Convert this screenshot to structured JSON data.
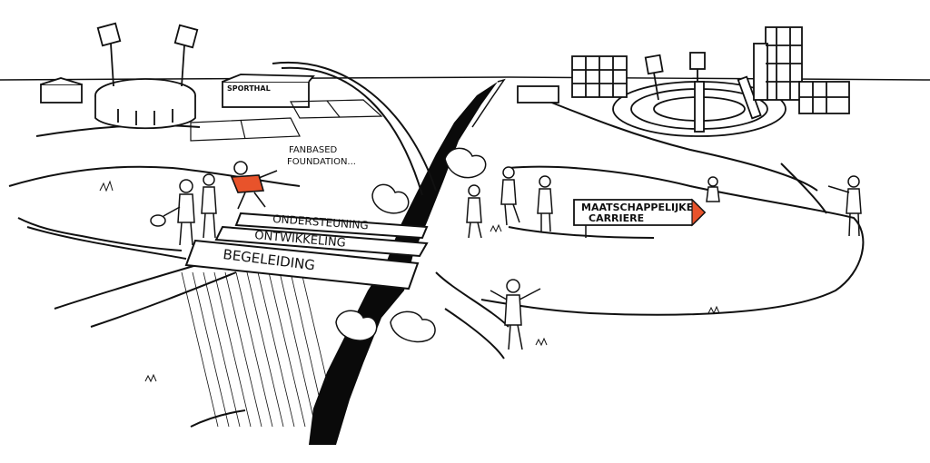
{
  "scene": {
    "labels": {
      "sporthal": "SPORTHAL",
      "foundation_line1": "FANBASED",
      "foundation_line2": "FOUNDATION...",
      "plank_top": "ONDERSTEUNING",
      "plank_mid": "ONTWIKKELING",
      "plank_bottom": "BEGELEIDING",
      "sign_line1": "MAATSCHAPPELIJKE",
      "sign_line2": "CARRIERE"
    },
    "colors": {
      "ink": "#111111",
      "accent": "#e8532b",
      "paper": "#ffffff",
      "chasm": "#0a0a0a"
    }
  }
}
